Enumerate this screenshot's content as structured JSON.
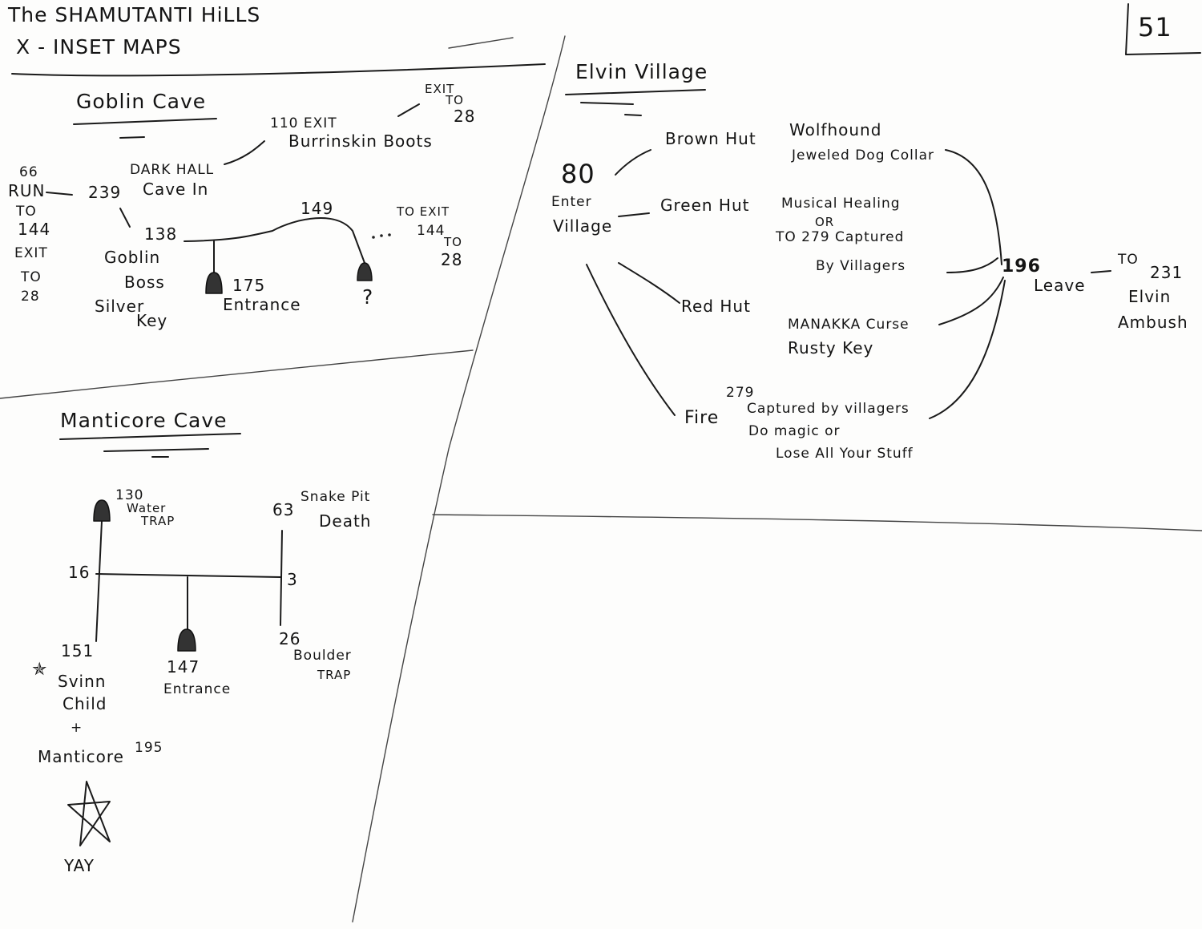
{
  "header": {
    "title": "The SHAMUTANTI HiLLS",
    "subtitle": "X - INSET MAPS",
    "page_number": "51"
  },
  "goblin_cave": {
    "title": "Goblin Cave",
    "labels": {
      "exit_to_28_top_exit": "EXIT",
      "exit_to_28_top_to": "TO",
      "exit_to_28_top_num": "28",
      "n110": "110 EXIT",
      "burrinskin": "Burrinskin Boots",
      "dark_hall": "DARK HALL",
      "cave_in": "Cave In",
      "n239": "239",
      "n66": "66",
      "run": "RUN",
      "to_144_to": "TO",
      "to_144_num": "144",
      "exit_left": "EXIT",
      "to_28_left_to": "TO",
      "to_28_left_num": "28",
      "n138": "138",
      "goblin": "Goblin",
      "boss": "Boss",
      "silver": "Silver",
      "key": "Key",
      "n149": "149",
      "to_exit": "TO EXIT",
      "n144": "144",
      "to_28_right_to": "TO",
      "to_28_right_num": "28",
      "n175": "175",
      "entrance": "Entrance",
      "question": "?",
      "dots": "· · · ·"
    }
  },
  "elvin_village": {
    "title": "Elvin Village",
    "labels": {
      "n80": "80",
      "enter": "Enter",
      "village": "Village",
      "brown_hut": "Brown Hut",
      "wolfhound": "Wolfhound",
      "jeweled": "Jeweled Dog Collar",
      "green_hut": "Green Hut",
      "musical": "Musical Healing",
      "or": "OR",
      "to_279": "TO 279 Captured",
      "by_villagers": "By Villagers",
      "red_hut": "Red Hut",
      "manakka": "MANAKKA Curse",
      "rusty": "Rusty Key",
      "n279": "279",
      "fire": "Fire",
      "captured": "Captured by villagers",
      "do_magic": "Do magic or",
      "lose_all": "Lose All Your Stuff",
      "n196": "196",
      "leave": "Leave",
      "to": "TO",
      "n231": "231",
      "elvin": "Elvin",
      "ambush": "Ambush"
    }
  },
  "manticore_cave": {
    "title": "Manticore Cave",
    "labels": {
      "n130": "130",
      "water": "Water",
      "trap_top": "TRAP",
      "n63": "63",
      "snake_pit": "Snake Pit",
      "death": "Death",
      "n16": "16",
      "n3": "3",
      "n151": "151",
      "star_mark": "✯",
      "svinn": "Svinn",
      "child": "Child",
      "plus": "+",
      "manticore": "Manticore",
      "n195": "195",
      "n147": "147",
      "entrance": "Entrance",
      "n26": "26",
      "boulder": "Boulder",
      "trap_bottom": "TRAP",
      "yay": "YAY"
    }
  }
}
